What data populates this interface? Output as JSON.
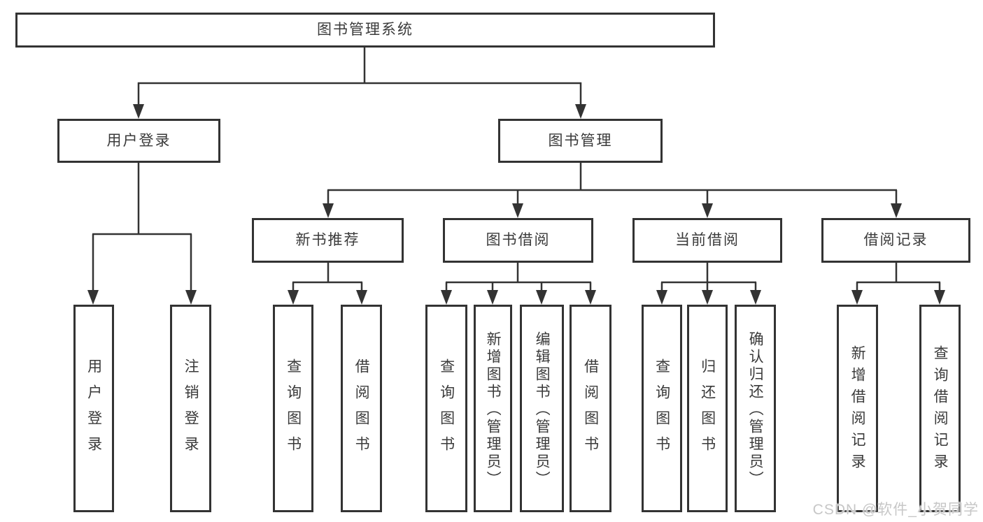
{
  "diagram": {
    "root": {
      "label": "图书管理系统"
    },
    "branches": [
      {
        "label": "用户登录",
        "children": [
          {
            "label": "用户登录"
          },
          {
            "label": "注销登录"
          }
        ]
      },
      {
        "label": "图书管理",
        "children": [
          {
            "label": "新书推荐",
            "children": [
              {
                "label": "查询图书"
              },
              {
                "label": "借阅图书"
              }
            ]
          },
          {
            "label": "图书借阅",
            "children": [
              {
                "label": "查询图书"
              },
              {
                "label": "新增图书（管理员）"
              },
              {
                "label": "编辑图书（管理员）"
              },
              {
                "label": "借阅图书"
              }
            ]
          },
          {
            "label": "当前借阅",
            "children": [
              {
                "label": "查询图书"
              },
              {
                "label": "归还图书"
              },
              {
                "label": "确认归还（管理员）"
              }
            ]
          },
          {
            "label": "借阅记录",
            "children": [
              {
                "label": "新增借阅记录"
              },
              {
                "label": "查询借阅记录"
              }
            ]
          }
        ]
      }
    ]
  },
  "watermark": {
    "text": "CSDN @软件_小贺同学"
  },
  "colors": {
    "line": "#333333",
    "text": "#3a3a3a",
    "background": "#ffffff",
    "watermark": "#c7c7c7"
  }
}
